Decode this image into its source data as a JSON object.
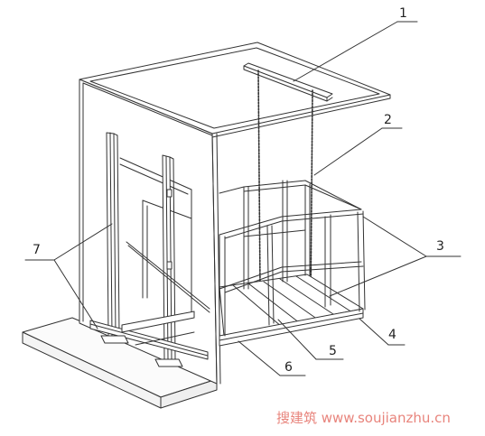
{
  "diagram": {
    "callouts": [
      {
        "id": "c1",
        "label": "1"
      },
      {
        "id": "c2",
        "label": "2"
      },
      {
        "id": "c3",
        "label": "3"
      },
      {
        "id": "c4",
        "label": "4"
      },
      {
        "id": "c5",
        "label": "5"
      },
      {
        "id": "c6",
        "label": "6"
      },
      {
        "id": "c7",
        "label": "7"
      }
    ]
  },
  "watermark": {
    "text": "搜建筑 www.soujianzhu.cn",
    "color": "#e8847c"
  },
  "colors": {
    "line": "#333333",
    "wall_face": "#ffffff"
  }
}
